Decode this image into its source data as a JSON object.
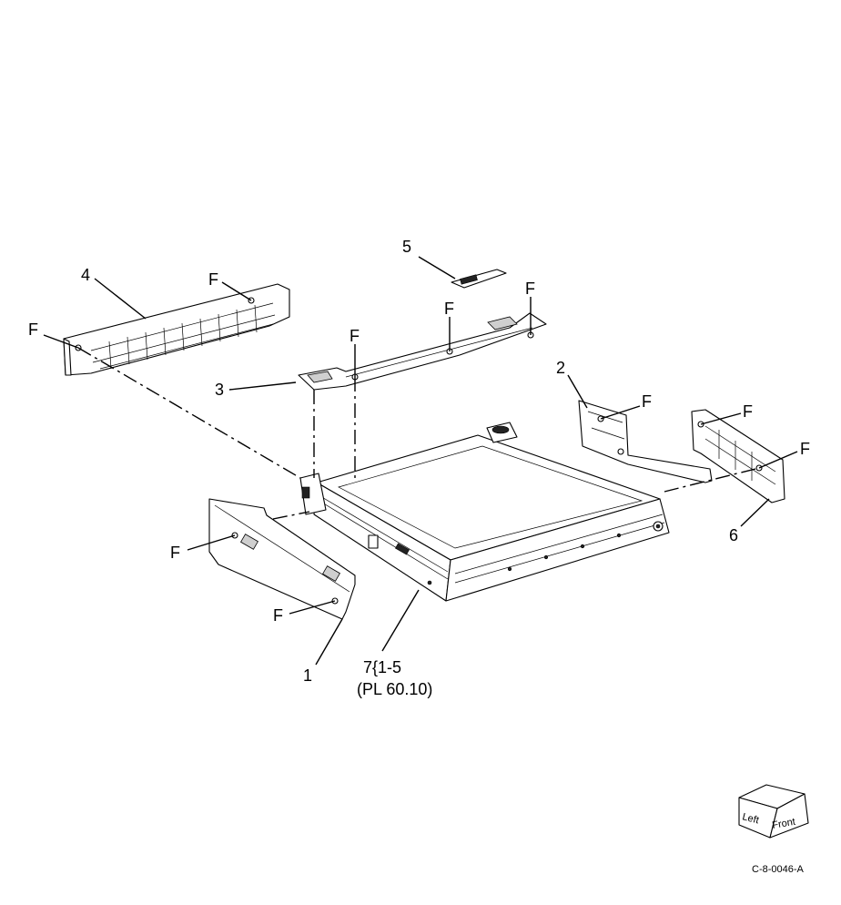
{
  "callouts": {
    "item1": "1",
    "item2": "2",
    "item3": "3",
    "item4": "4",
    "item5": "5",
    "item6": "6",
    "item7_line1": "7{1-5",
    "item7_line2": "(PL 60.10)"
  },
  "fastener_label": "F",
  "orientation_cube": {
    "left": "Left",
    "front": "Front"
  },
  "figure_id": "C-8-0046-A"
}
